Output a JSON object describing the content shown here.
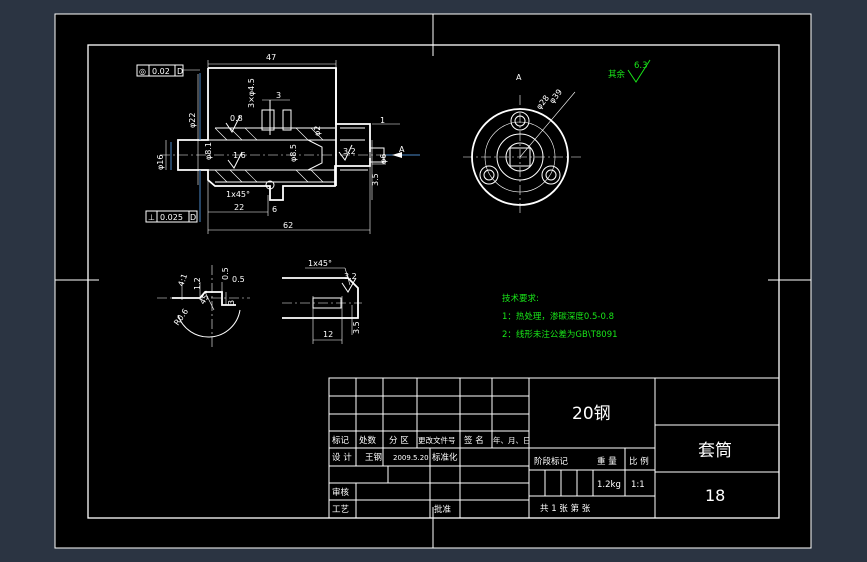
{
  "colors": {
    "frame_bg": "#2b3442",
    "paper": "#000000",
    "lines": "#ffffff",
    "notes": "#19e619",
    "leaders": "#4a88c8"
  },
  "drawing": {
    "dims": {
      "len47": "47",
      "len62": "62",
      "len22": "22",
      "len3": "3",
      "len6": "6",
      "len1": "1",
      "thread": "3×φ4.5",
      "dia22": "φ22",
      "dia16": "φ16",
      "dia_bore": "φ8.1",
      "dia_in": "φ8.5",
      "dia2": "φ2",
      "dia6": "φ6",
      "len35": "3.5",
      "ra08": "0.8",
      "ra16": "1.6",
      "ra32": "3.2",
      "chamfer": "1x45°",
      "view_a": "A"
    },
    "tol_top": {
      "symbol": "◎",
      "value": "0.02",
      "datum": "D"
    },
    "tol_bottom": {
      "symbol": "⊥",
      "value": "0.025",
      "datum": "D"
    },
    "end_view": {
      "label_a": "A",
      "dia28": "φ28",
      "dia39": "φ39"
    },
    "rest_roughness": {
      "label": "其余",
      "value": "6.3"
    },
    "detail1": {
      "d12": "1.2",
      "d05a": "0.5",
      "d05b": "0.5",
      "d04": "4:1",
      "d3": "3",
      "r06": "R0.6",
      "d45": "45°"
    },
    "detail2": {
      "chamfer": "1x45°",
      "ra32": "3.2",
      "d35": "3.5",
      "d12": "12"
    }
  },
  "notes": {
    "title": "技术要求:",
    "item1": "1：热处理，渗碳深度0.5-0.8",
    "item2": "2：线形未注公差为GB\\T8091"
  },
  "title_block": {
    "material": "20钢",
    "part_name": "套筒",
    "drawing_no": "18",
    "h_mark": "标记",
    "h_count": "处数",
    "h_zone": "分 区",
    "h_doc": "更改文件号",
    "h_sign": "签 名",
    "h_date": "年、月、日",
    "design_label": "设 计",
    "designer": "王钢",
    "design_date": "2009.5.20",
    "standard_label": "标准化",
    "review_label": "审核",
    "process_label": "工艺",
    "approve_label": "批准",
    "stage_label": "阶段标记",
    "weight_label": "重 量",
    "scale_label": "比 例",
    "weight": "1.2kg",
    "scale": "1:1",
    "sheets": "共 1 张  第   张"
  }
}
